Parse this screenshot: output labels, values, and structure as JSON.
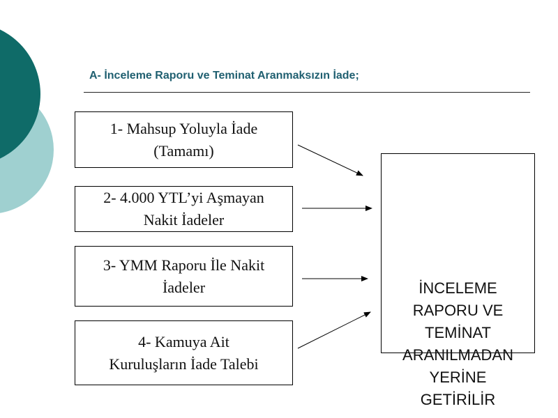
{
  "title": "A- İnceleme Raporu ve Teminat Aranmaksızın İade;",
  "boxes": [
    {
      "label": "1- Mahsup Yoluyla İade\n(Tamamı)"
    },
    {
      "label": "2- 4.000 YTL’yi Aşmayan\nNakit İadeler"
    },
    {
      "label": "3- YMM Raporu İle Nakit\nİadeler"
    },
    {
      "label": "4- Kamuya Ait\nKuruluşların İade Talebi"
    }
  ],
  "result": {
    "label": "İNCELEME\nRAPORU VE\nTEMİNAT\nARANILMADAN\nYERİNE\nGETİRİLİR"
  },
  "colors": {
    "dark_teal": "#0f6b68",
    "light_teal": "#9fd0d0",
    "title": "#1f5f70"
  }
}
